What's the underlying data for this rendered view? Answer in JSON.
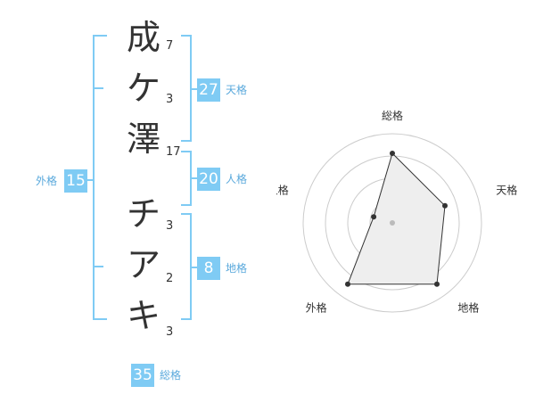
{
  "name": {
    "characters": [
      {
        "char": "成",
        "strokes": "7"
      },
      {
        "char": "ケ",
        "strokes": "3"
      },
      {
        "char": "澤",
        "strokes": "17"
      },
      {
        "char": "チ",
        "strokes": "3"
      },
      {
        "char": "ア",
        "strokes": "2"
      },
      {
        "char": "キ",
        "strokes": "3"
      }
    ]
  },
  "fortunes": {
    "tenkaku": {
      "value": "27",
      "label": "天格"
    },
    "jinkaku": {
      "value": "20",
      "label": "人格"
    },
    "chikaku": {
      "value": "8",
      "label": "地格"
    },
    "gaikaku": {
      "value": "15",
      "label": "外格"
    },
    "soukaku": {
      "value": "35",
      "label": "総格"
    }
  },
  "colors": {
    "accent": "#7fcbf4",
    "bracket": "#7fcbf4",
    "label": "#5aa9dc",
    "ring": "#cccccc",
    "fill": "#eeeeee"
  },
  "chart_data": {
    "type": "radar",
    "axes": [
      "総格",
      "天格",
      "地格",
      "外格",
      "人格"
    ],
    "values": [
      0.78,
      0.62,
      0.85,
      0.85,
      0.22
    ],
    "rings": 4
  }
}
